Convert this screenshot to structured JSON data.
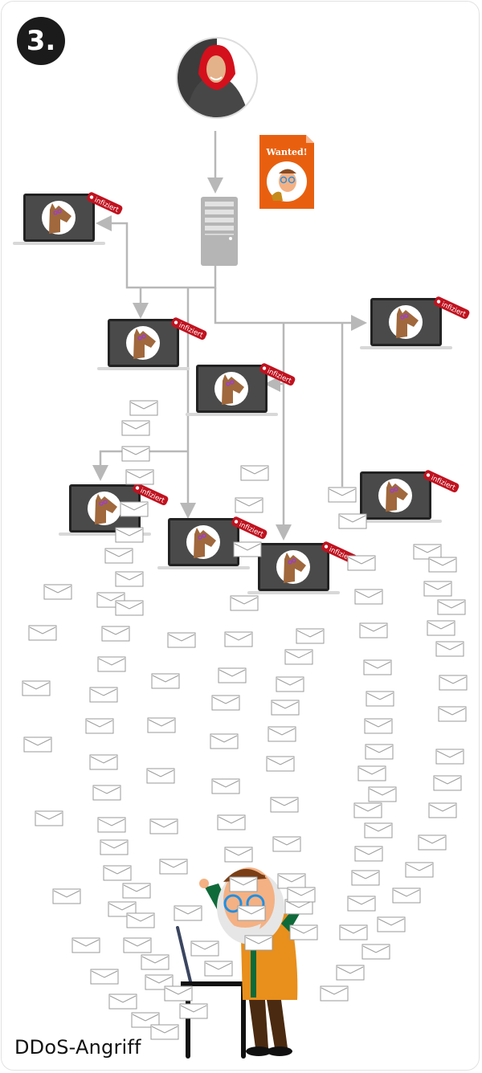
{
  "step_number": "3.",
  "caption": "DDoS-Angriff",
  "wanted_label": "Wanted!",
  "infected_tag": "infiziert",
  "colors": {
    "tag_red": "#c0121f",
    "wanted_orange": "#e8600f",
    "arrow_gray": "#b8b8b8",
    "laptop_dark": "#444444"
  }
}
